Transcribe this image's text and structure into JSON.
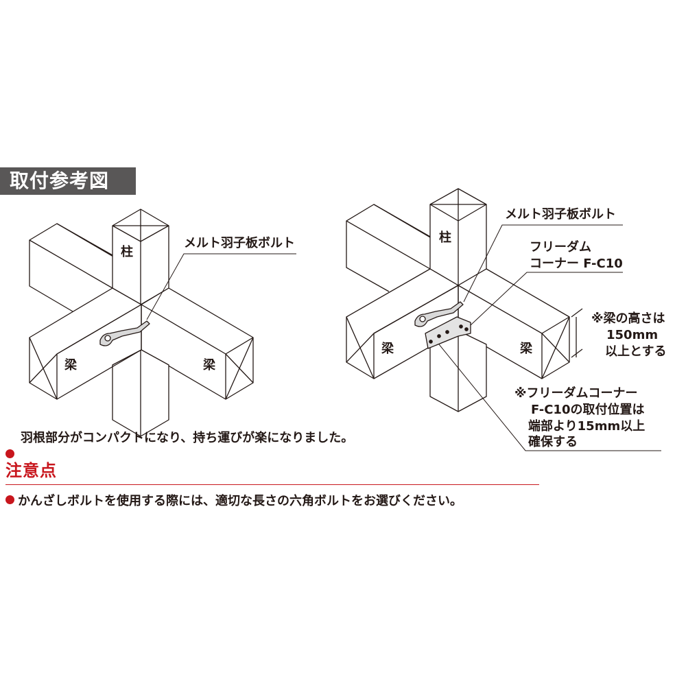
{
  "header": {
    "title": "取付参考図"
  },
  "left_diagram": {
    "label_column": "柱",
    "label_beam_left": "梁",
    "label_beam_right": "梁",
    "callout_bolt": "メルト羽子板ボルト"
  },
  "right_diagram": {
    "label_column": "柱",
    "label_beam_left": "梁",
    "label_beam_right": "梁",
    "callout_bolt": "メルト羽子板ボルト",
    "callout_corner_line1": "フリーダム",
    "callout_corner_line2": "コーナー F-C10",
    "note_height_line1": "※梁の高さは",
    "note_height_line2": "150mm",
    "note_height_line3": "以上とする",
    "note_position_line1": "※フリーダムコーナー",
    "note_position_line2": "F-C10の取付位置は",
    "note_position_line3": "端部より15mm以上",
    "note_position_line4": "確保する"
  },
  "feature_text": "羽根部分がコンパクトになり、持ち運びが楽になりました。",
  "caution": {
    "heading": "注意点",
    "items": [
      "かんざしボルトを使用する際には、適切な長さの六角ボルトをお選びください。"
    ]
  },
  "colors": {
    "accent_red": "#c8161d",
    "title_bg": "#595757",
    "line": "#231815"
  }
}
